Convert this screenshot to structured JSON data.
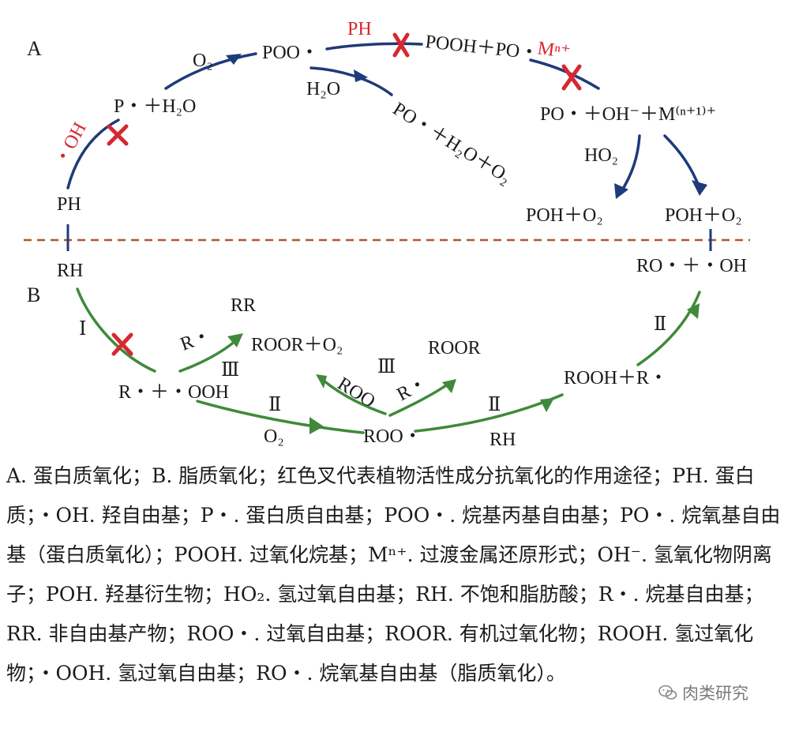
{
  "colors": {
    "blue": "#1f3a7a",
    "green": "#3f8a3a",
    "red": "#d62830",
    "divider": "#b5552a",
    "text": "#1a1a1a"
  },
  "diagram": {
    "panel_a": "A",
    "panel_b": "B",
    "a_labels": {
      "poo": "POO・",
      "ph_red": "PH",
      "pooh_po": "POOH＋PO・",
      "mn_red": "Mⁿ⁺",
      "o2": "O₂",
      "h2o": "H₂O",
      "p_h2o": "P・＋H₂O",
      "po_h2o_o2": "PO・＋H₂O＋O₂",
      "po_oh_m": "PO・＋OH⁻＋M⁽ⁿ⁺¹⁾⁺",
      "oh_red": "・OH",
      "ho2": "HO₂",
      "ph": "PH",
      "poh_o2_left": "POH＋O₂",
      "poh_o2_right": "POH＋O₂"
    },
    "b_labels": {
      "rh": "RH",
      "ro_oh": "RO・＋・OH",
      "roman_1": "Ⅰ",
      "rr": "RR",
      "r_dot": "R・",
      "roor_o2": "ROOR＋O₂",
      "roman_3a": "Ⅲ",
      "r_ooh": "R・＋・OOH",
      "roman_2a": "Ⅱ",
      "o2": "O₂",
      "roo_left": "ROO",
      "r_dot2": "R・",
      "roman_3b": "Ⅲ",
      "roor": "ROOR",
      "roo": "ROO・",
      "roman_2b": "Ⅱ",
      "rh2": "RH",
      "rooh_r": "ROOH＋R・",
      "roman_2c": "Ⅱ"
    }
  },
  "caption": "A. 蛋白质氧化；B. 脂质氧化；红色叉代表植物活性成分抗氧化的作用途径；PH. 蛋白质；・OH. 羟自由基；P・. 蛋白质自由基；POO・. 烷基丙基自由基；PO・. 烷氧基自由基（蛋白质氧化）；POOH. 过氧化烷基；Mⁿ⁺. 过渡金属还原形式；OH⁻. 氢氧化物阴离子；POH. 羟基衍生物；HO₂. 氢过氧自由基；RH. 不饱和脂肪酸；R・. 烷基自由基；RR. 非自由基产物；ROO・. 过氧自由基；ROOR. 有机过氧化物；ROOH. 氢过氧化物；・OOH. 氢过氧自由基；RO・. 烷氧基自由基（脂质氧化）。",
  "watermark": "肉类研究"
}
